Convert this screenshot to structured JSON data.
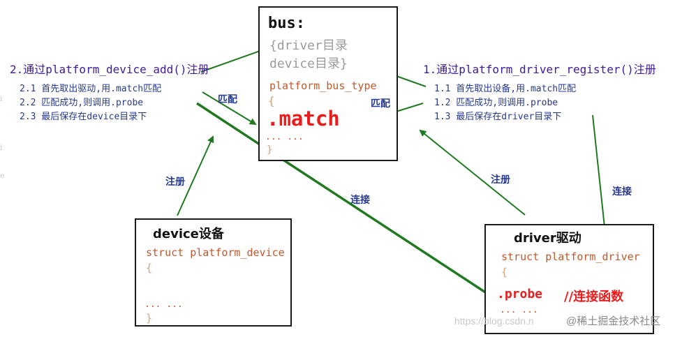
{
  "bus": {
    "title": "bus:",
    "line1": "{driver目录",
    "line2": "device目录}",
    "type_name": "platform_bus_type",
    "brace_open": "{",
    "match": ".match",
    "ellipsis": "... ...",
    "brace_close": "}"
  },
  "left_notes": {
    "heading": "2.通过platform_device_add()注册",
    "step1": "2.1 首先取出驱动,用.match匹配",
    "step2": "2.2 匹配成功,则调用.probe",
    "step3": "2.3 最后保存在device目录下"
  },
  "right_notes": {
    "heading": "1.通过platform_driver_register()注册",
    "step1": "1.1 首先取出设备,用.match匹配",
    "step2": "1.2 匹配成功,则调用.probe",
    "step3": "1.3 最后保存在driver目录下"
  },
  "device": {
    "title": "device设备",
    "struct": "struct platform_device",
    "brace_open": "{",
    "ellipsis": "... ...",
    "brace_close": "}"
  },
  "driver": {
    "title": "driver驱动",
    "struct": "struct platform_driver",
    "brace_open": "{",
    "probe": ".probe",
    "probe_comment": "//连接函数",
    "ellipsis": "... ..."
  },
  "labels": {
    "match_left": "匹配",
    "match_right": "匹配",
    "register_left": "注册",
    "register_right": "注册",
    "connect_middle": "连接",
    "connect_right": "连接"
  },
  "watermark": {
    "url": "https://blog.csdn.n",
    "brand": "@稀土掘金技术社区"
  },
  "colors": {
    "arrow_green": "#1f7a1f",
    "red": "#ea1c1c",
    "purple": "#3e1a9a",
    "blue": "#263a8e",
    "brown": "#c1592c"
  }
}
